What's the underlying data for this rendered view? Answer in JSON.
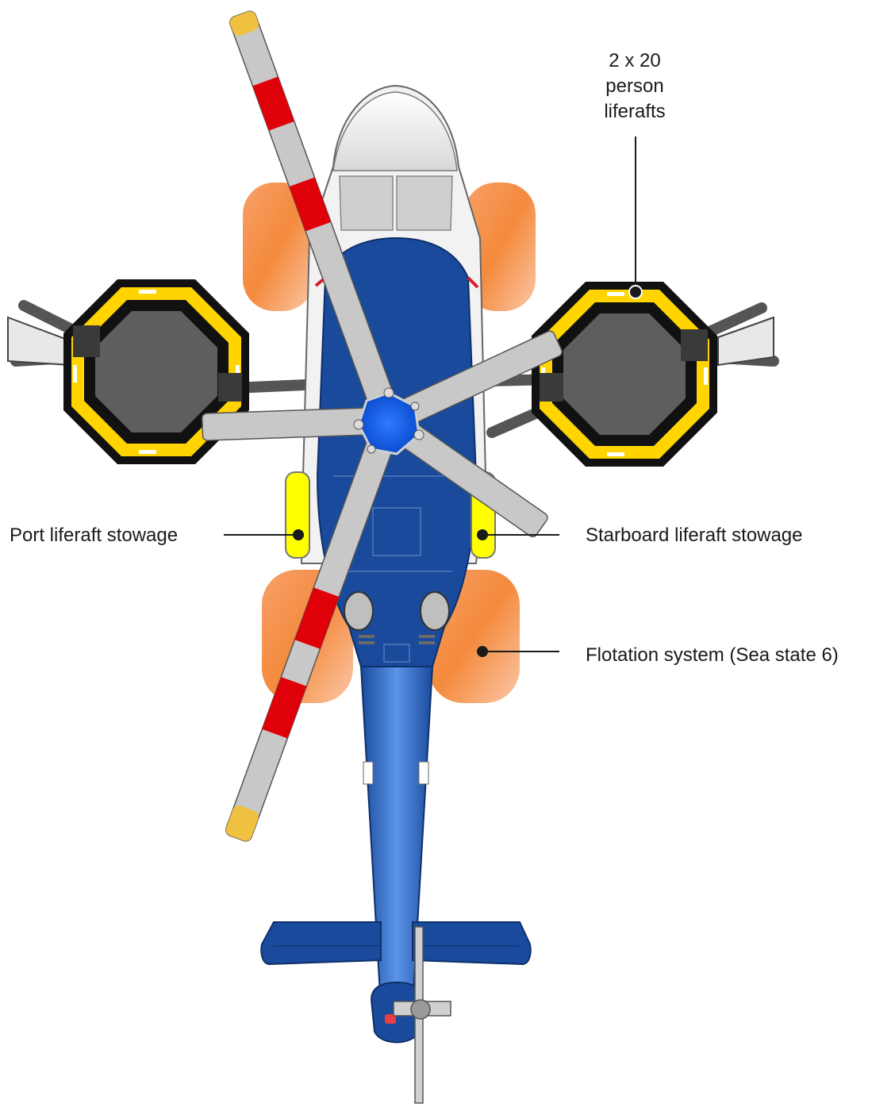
{
  "labels": {
    "liferafts": [
      "2 x 20",
      "person",
      "liferafts"
    ],
    "port_stowage": "Port liferaft stowage",
    "starboard_stowage": "Starboard liferaft stowage",
    "flotation": "Flotation system (Sea state 6)"
  },
  "colors": {
    "fuselage_blue": "#1a4a9c",
    "fuselage_highlight": "#3b78d6",
    "rotor_grey": "#c8c8c8",
    "rotor_red": "#e0000a",
    "rotor_tip_yellow": "#f0c040",
    "float_orange": "#f48a3c",
    "liferaft_yellow": "#ffd400",
    "liferaft_body": "#5e5e5e",
    "stowage_yellow": "#ffff00",
    "hub_blue": "#0a5cf0"
  }
}
